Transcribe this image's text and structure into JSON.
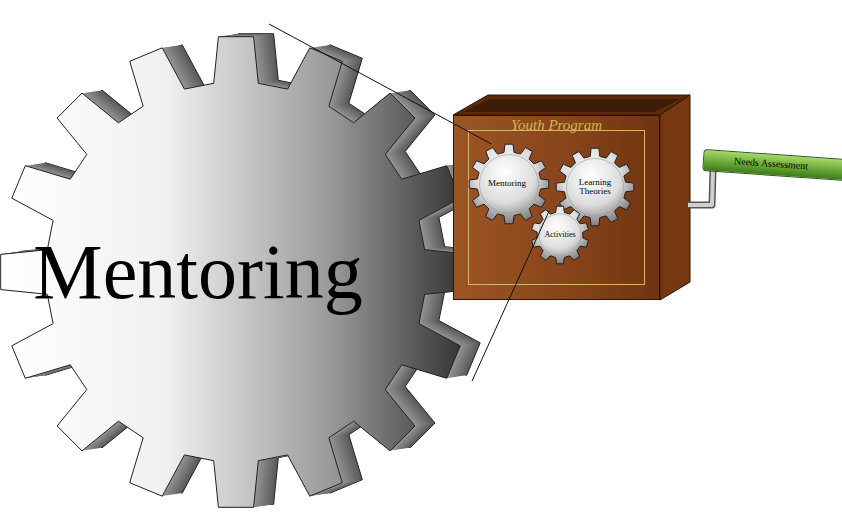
{
  "diagram": {
    "nodes": [
      {
        "text": [
          "Mentoring"
        ]
      },
      {
        "text": [
          "Youth Program"
        ]
      },
      {
        "text": [
          "Mentoring"
        ],
        "in": 1
      },
      {
        "text": [
          "Learning Theories"
        ],
        "in": 1
      },
      {
        "text": [
          "Activities"
        ],
        "in": 1
      },
      {
        "text": [
          "Needs Assessment"
        ]
      }
    ],
    "edges": [
      {
        "from": 0,
        "to": 2,
        "arrow": "none"
      },
      {
        "from": 0,
        "to": 2,
        "arrow": "none"
      }
    ]
  }
}
